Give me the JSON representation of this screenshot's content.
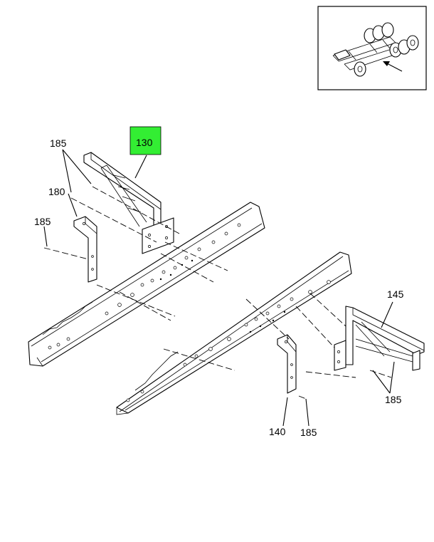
{
  "callouts": {
    "c130": "130",
    "c185_a": "185",
    "c180": "180",
    "c185_b": "185",
    "c145": "145",
    "c185_c": "185",
    "c140": "140",
    "c185_d": "185"
  },
  "colors": {
    "highlight": "#33ee33",
    "line": "#000000",
    "background": "#ffffff"
  }
}
